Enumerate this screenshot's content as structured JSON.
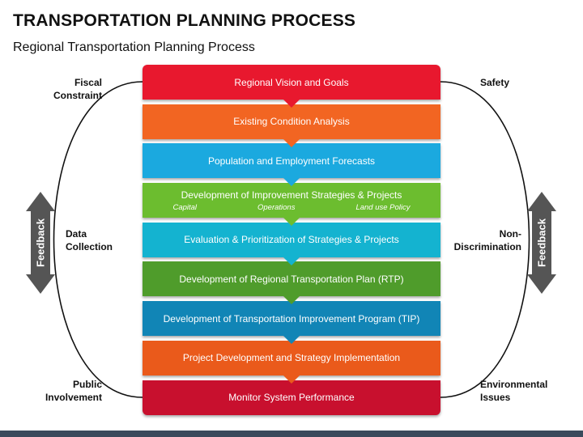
{
  "title": "TRANSPORTATION PLANNING PROCESS",
  "subtitle": "Regional Transportation Planning Process",
  "steps": [
    {
      "label": "Regional Vision and Goals",
      "color": "#e8182e"
    },
    {
      "label": "Existing Condition Analysis",
      "color": "#f26522"
    },
    {
      "label": "Population and Employment Forecasts",
      "color": "#1ba9df"
    },
    {
      "label": "Development of Improvement Strategies & Projects",
      "color": "#6cbd2f",
      "subitems": [
        "Capital",
        "Operations",
        "Land use Policy"
      ]
    },
    {
      "label": "Evaluation & Prioritization of Strategies & Projects",
      "color": "#14b3d0"
    },
    {
      "label": "Development of Regional Transportation Plan (RTP)",
      "color": "#4f9c2b"
    },
    {
      "label": "Development of Transportation Improvement Program (TIP)",
      "color": "#1185b6"
    },
    {
      "label": "Project Development and Strategy Implementation",
      "color": "#ea5a1b"
    },
    {
      "label": "Monitor System Performance",
      "color": "#c8102e"
    }
  ],
  "left_labels": {
    "fiscal": [
      "Fiscal",
      "Constraint"
    ],
    "data": [
      "Data",
      "Collection"
    ],
    "public": [
      "Public",
      "Involvement"
    ]
  },
  "right_labels": {
    "safety": [
      "Safety"
    ],
    "nondiscrimination": [
      "Non-",
      "Discrimination"
    ],
    "environmental": [
      "Environmental",
      "Issues"
    ]
  },
  "feedback": {
    "left": "Feedback",
    "right": "Feedback"
  },
  "colors": {
    "feedback_arrow": "#555555",
    "bottom_bar": "#3a4a5c"
  }
}
